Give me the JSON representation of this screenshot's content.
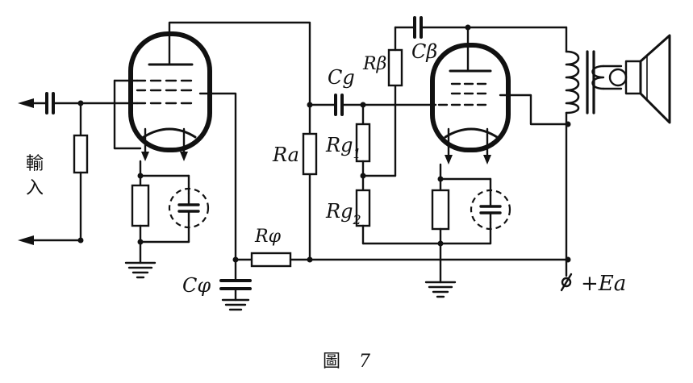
{
  "figure": {
    "caption_prefix": "圖",
    "caption_number": "7"
  },
  "labels": {
    "input": "輸入",
    "cphi": "Cφ",
    "rphi": "Rφ",
    "ra": "Ra",
    "cg": "Cg",
    "rbeta": "Rβ",
    "cbeta": "Cβ",
    "rg1_main": "Rg",
    "rg1_sub": "1",
    "rg2_main": "Rg",
    "rg2_sub": "2",
    "supply": "+Ea"
  },
  "colors": {
    "ink": "#111111",
    "paper": "#ffffff"
  }
}
